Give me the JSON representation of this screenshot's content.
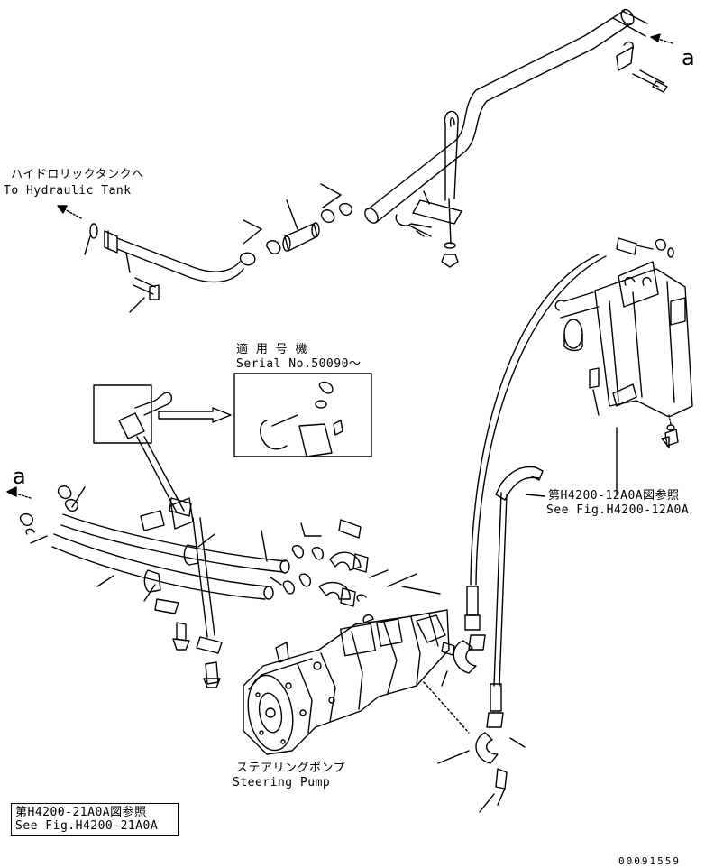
{
  "labels": {
    "tank_jp": "ハイドロリックタンクへ",
    "tank_en": "To Hydraulic Tank",
    "serial_jp": "適 用 号 機",
    "serial_en": "Serial No.50090～",
    "fig12_jp": "第H4200-12A0A図参照",
    "fig12_en": "See Fig.H4200-12A0A",
    "pump_jp": "ステアリングポンプ",
    "pump_en": "Steering Pump",
    "fig21_jp": "第H4200-21A0A図参照",
    "fig21_en": "See Fig.H4200-21A0A",
    "callout_a_top": "a",
    "callout_a_left": "a",
    "doc_number": "00091559"
  },
  "colors": {
    "line": "#000000",
    "background": "#ffffff"
  }
}
